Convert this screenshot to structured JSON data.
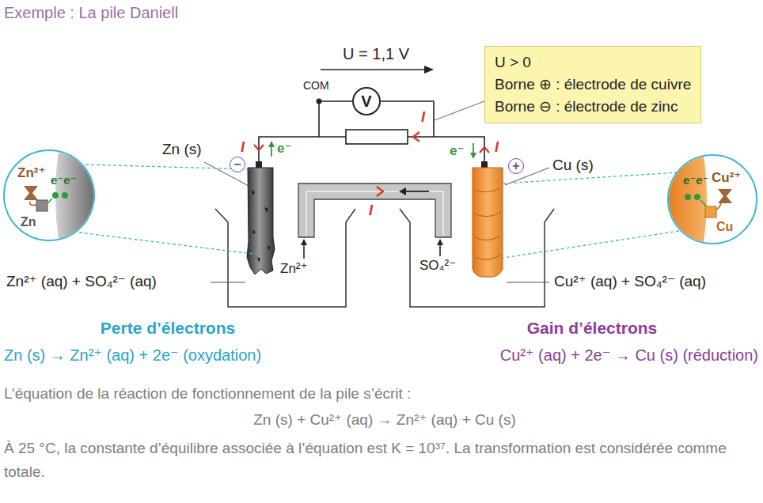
{
  "diagram": {
    "title": "Exemple : La pile Daniell",
    "nodes": [
      {
        "text": [
          "U > 0",
          "Borne ⊕ : électrode de cuivre",
          "Borne ⊖ : électrode de zinc"
        ]
      },
      {
        "text": [
          "V"
        ]
      },
      {
        "text": [
          "Zn²⁺",
          "e⁻e⁻",
          "Zn"
        ]
      },
      {
        "text": [
          "−"
        ]
      },
      {
        "text": [
          "+"
        ]
      },
      {
        "text": [
          "e⁻e⁻",
          "Cu²⁺",
          "Cu"
        ]
      }
    ],
    "labels": [
      "U = 1,1 V",
      "COM",
      "I",
      "e⁻",
      "e⁻",
      "I",
      "I",
      "Zn (s)",
      "Cu (s)",
      "I",
      "Zn²⁺",
      "SO₄²⁻",
      "Zn²⁺ (aq) + SO₄²⁻ (aq)",
      "Cu²⁺ (aq) + SO₄²⁻ (aq)",
      "Perte d’électrons",
      "Zn (s) → Zn²⁺ (aq) + 2e⁻ (oxydation)",
      "Gain d’électrons",
      "Cu²⁺ (aq) + 2e⁻ → Cu (s) (réduction)",
      "L’équation de la réaction de fonctionnement de la pile s’écrit :",
      "Zn (s) + Cu²⁺ (aq) → Zn²⁺ (aq) + Cu (s)",
      "À 25 °C, la constante d’équilibre associée à l’équation est K = 10³⁷. La transformation est considérée comme totale."
    ]
  }
}
